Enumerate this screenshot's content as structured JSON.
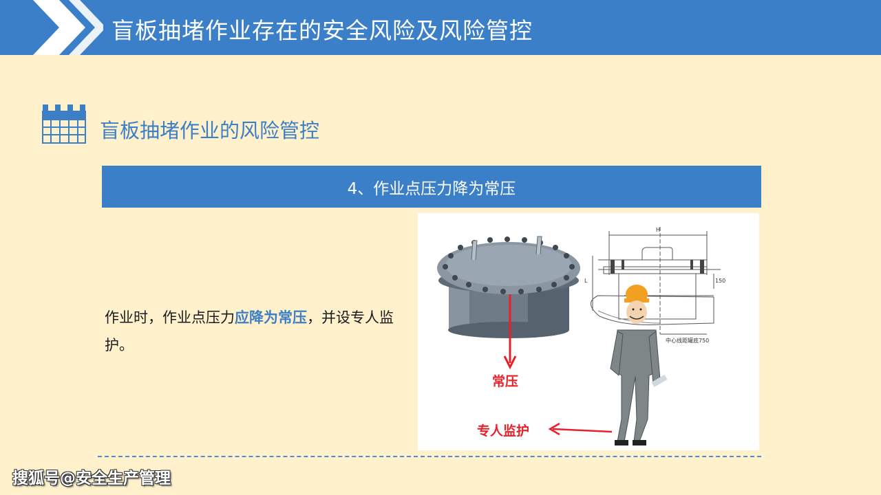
{
  "header": {
    "title": "盲板抽堵作业存在的安全风险及风险管控"
  },
  "section": {
    "title": "盲板抽堵作业的风险管控"
  },
  "banner": {
    "text": "4、作业点压力降为常压"
  },
  "body": {
    "part1": "作业时，作业点压力",
    "highlight": "应降为常压",
    "part2": "，并设专人监护。"
  },
  "illustration": {
    "label_pressure": "常压",
    "label_guard": "专人监护",
    "dim_h": "H",
    "dim_l": "L",
    "dim_150": "150",
    "dim_note": "中心线距罐底750"
  },
  "watermark": {
    "text": "搜狐号@安全生产管理"
  },
  "colors": {
    "header_bg": "#3a7fc8",
    "page_bg": "#fef1cc",
    "accent_text": "#3d7fc6",
    "label_red": "#e8202a"
  }
}
